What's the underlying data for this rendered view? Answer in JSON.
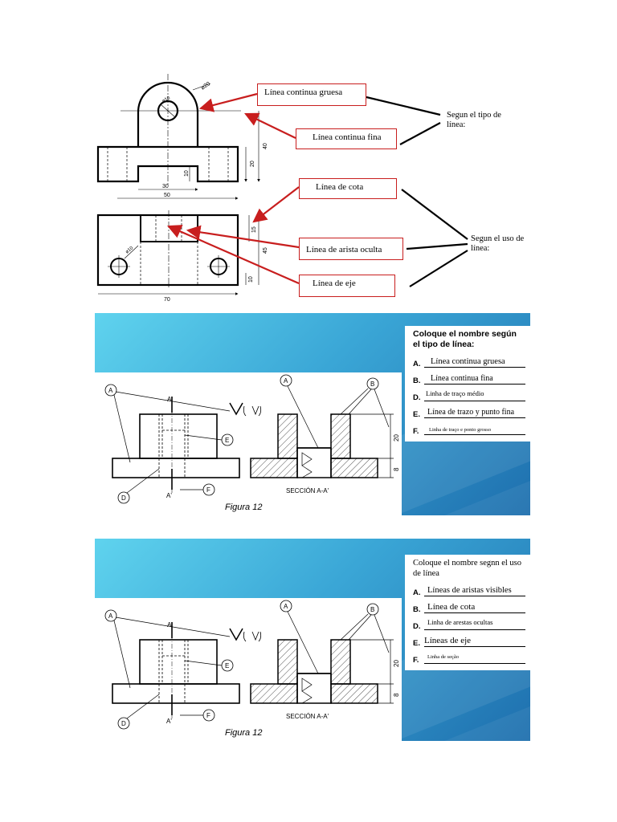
{
  "top": {
    "labels": {
      "gruesa": "Línea continua gruesa",
      "fina": "Línea continua fina",
      "cota": "Línea de cota",
      "oculta": "Línea de arista oculta",
      "eje": "Línea de eje"
    },
    "group1": "Segun el tipo de línea:",
    "group2": "Segun el uso de línea:",
    "dims": {
      "d_top": "ø20",
      "d_hole": "ø10",
      "h40": "40",
      "h20": "20",
      "h10": "10",
      "w30": "30",
      "w50": "50",
      "d_small": "ø10",
      "h15": "15",
      "h45": "45",
      "h10b": "10",
      "w70": "70"
    }
  },
  "slide1": {
    "title": "Coloque el nombre según el tipo de línea:",
    "answers": [
      {
        "letter": "A.",
        "text": "Línea continua gruesa"
      },
      {
        "letter": "B.",
        "text": "Línea continua fina"
      },
      {
        "letter": "D.",
        "text": "Linha de traço médio"
      },
      {
        "letter": "E.",
        "text": "Línea de trazo y punto fina"
      },
      {
        "letter": "F.",
        "text": "Linha de traço e ponto grosso"
      }
    ],
    "figure": {
      "caption": "Figura 12",
      "section": "SECCIÓN A-A'",
      "callouts": {
        "a": "A",
        "b": "B",
        "d": "D",
        "e": "E",
        "f": "F"
      },
      "cut": "A",
      "cut2": "A'",
      "dim20": "20",
      "dim8": "8"
    }
  },
  "slide2": {
    "title": "Coloque el nombre segnn el uso de línea",
    "answers": [
      {
        "letter": "A.",
        "text": "Líneas de aristas visibles"
      },
      {
        "letter": "B.",
        "text": "Línea de cota"
      },
      {
        "letter": "D.",
        "text": "Linha de arestas ocultas"
      },
      {
        "letter": "E.",
        "text": "Líneas de eje"
      },
      {
        "letter": "F.",
        "text": "Linha de seção"
      }
    ],
    "figure": {
      "caption": "Figura 12",
      "section": "SECCIÓN A-A'",
      "callouts": {
        "a": "A",
        "b": "B",
        "d": "D",
        "e": "E",
        "f": "F"
      },
      "cut": "A",
      "cut2": "A'",
      "dim20": "20",
      "dim8": "8"
    }
  }
}
